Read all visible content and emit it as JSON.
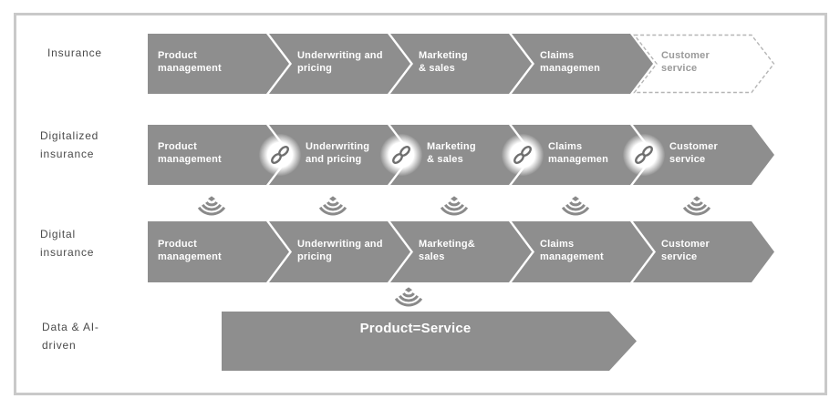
{
  "diagram": {
    "title_none_visible": "",
    "colors": {
      "chevron_fill": "#8e8e8e",
      "frame_border": "#c9c9c9",
      "row_label_text": "#4a4a4a",
      "chevron_text": "#ffffff",
      "dashed_chevron_text": "#9a9a9a",
      "dashed_chevron_border": "#b5b5b5",
      "link_icon": "#6f6f6f",
      "signal_icon": "#8a8a8a"
    },
    "rows": [
      {
        "id": "insurance",
        "label": "Insurance",
        "segments": [
          {
            "label": "Product\nmanagement",
            "style": "solid"
          },
          {
            "label": "Underwriting and\npricing",
            "style": "solid"
          },
          {
            "label": "Marketing\n& sales",
            "style": "solid"
          },
          {
            "label": "Claims\nmanagemen",
            "style": "solid"
          },
          {
            "label": "Customer\nservice",
            "style": "dashed"
          }
        ]
      },
      {
        "id": "digitalized-insurance",
        "label": "Digitalized\ninsurance",
        "segments": [
          {
            "label": "Product\nmanagement",
            "style": "solid"
          },
          {
            "label": "Underwriting\nand pricing",
            "style": "solid"
          },
          {
            "label": "Marketing\n& sales",
            "style": "solid"
          },
          {
            "label": "Claims\nmanagemen",
            "style": "solid"
          },
          {
            "label": "Customer\nservice",
            "style": "solid"
          }
        ],
        "connector_icon": "chain-link",
        "connector_count": 4
      },
      {
        "id": "digital-insurance",
        "label": "Digital\ninsurance",
        "segments": [
          {
            "label": "Product\nmanagement",
            "style": "solid"
          },
          {
            "label": "Underwriting and\npricing",
            "style": "solid"
          },
          {
            "label": "Marketing&\nsales",
            "style": "solid"
          },
          {
            "label": "Claims\nmanagement",
            "style": "solid"
          },
          {
            "label": "Customer\nservice",
            "style": "solid"
          }
        ],
        "overhead_icon": "wireless-signal",
        "overhead_icon_count": 5
      },
      {
        "id": "data-ai-driven",
        "label": "Data & AI-\ndriven",
        "segments": [
          {
            "label": "Product=Service",
            "style": "solid-arrow"
          }
        ],
        "overhead_icon": "wireless-signal",
        "overhead_icon_count": 1
      }
    ]
  }
}
